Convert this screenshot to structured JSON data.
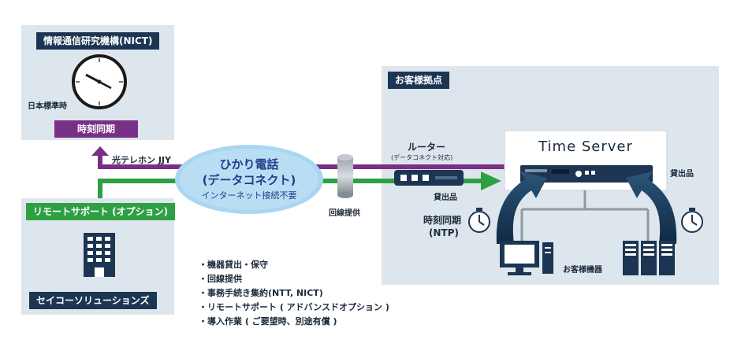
{
  "nict": {
    "title": "情報通信研究機構(NICT)",
    "clock_caption": "日本標準時",
    "sync_label": "時刻同期"
  },
  "remote_support": {
    "title": "リモートサポート (オプション)",
    "company": "セイコーソリューションズ"
  },
  "link": {
    "jjy_label": "光テレホン JJY",
    "cloud_line1": "ひかり電話",
    "cloud_line2": "(データコネクト)",
    "cloud_line3": "インターネット接続不要",
    "line_provision": "回線提供"
  },
  "customer_site": {
    "title": "お客様拠点",
    "router_label": "ルーター",
    "router_note": "(データコネクト対応)",
    "router_rental": "貸出品",
    "time_sync_line1": "時刻同期",
    "time_sync_line2": "(NTP)",
    "time_server_label": "Time Server",
    "server_rental": "貸出品",
    "customer_devices": "お客様機器"
  },
  "services": [
    "機器貸出・保守",
    "回線提供",
    "事務手続き集約(NTT, NICT)",
    "リモートサポート ( アドバンスドオプション )",
    "導入作業 ( ご要望時、別途有償 )"
  ],
  "colors": {
    "navy": "#1c3553",
    "purple": "#7a2f86",
    "green": "#2ea043",
    "panel": "#dde6ec",
    "cloud": "#a9d6f1",
    "arrow_dark": "#1f3e5c"
  }
}
